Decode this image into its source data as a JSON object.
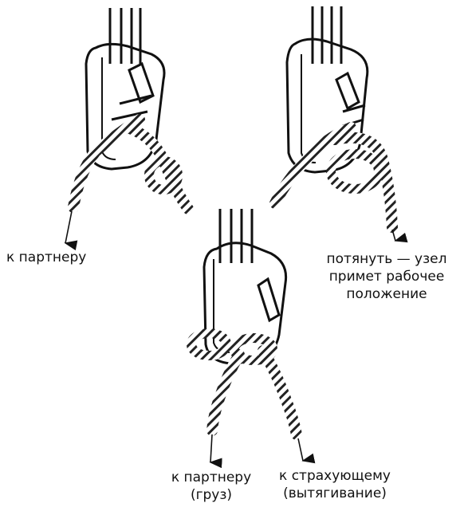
{
  "labels": {
    "to_partner_top": "к партнеру",
    "pull_line1": "потянуть — узел",
    "pull_line2": "примет рабочее",
    "pull_line3": "положение",
    "to_partner_load_line1": "к партнеру",
    "to_partner_load_line2": "(груз)",
    "to_belayer_line1": "к страхующему",
    "to_belayer_line2": "(вытягивание)"
  },
  "colors": {
    "ink": "#111111",
    "background": "#ffffff"
  }
}
